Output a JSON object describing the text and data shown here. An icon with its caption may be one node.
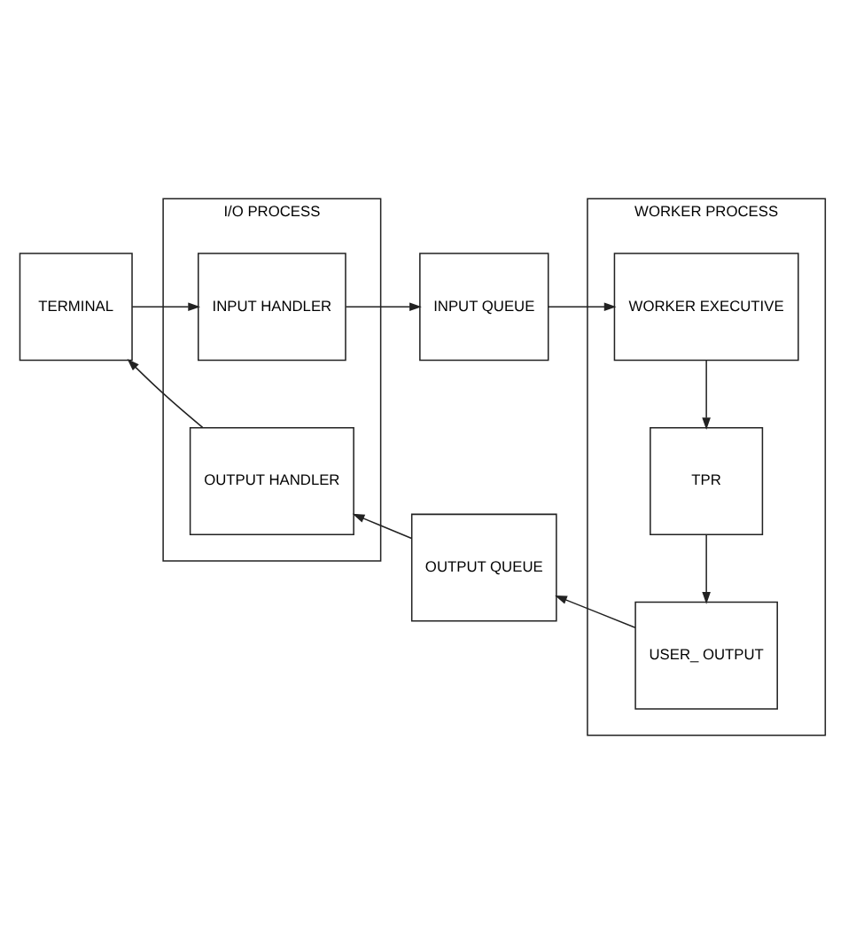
{
  "diagram": {
    "nodes": [
      {
        "text": [
          "TERMINAL"
        ]
      },
      {
        "text": [
          "I/O PROCESS"
        ]
      },
      {
        "text": [
          "INPUT HANDLER"
        ],
        "in": 1
      },
      {
        "text": [
          "OUTPUT HANDLER"
        ],
        "in": 1
      },
      {
        "text": [
          "INPUT QUEUE"
        ]
      },
      {
        "text": [
          "OUTPUT QUEUE"
        ]
      },
      {
        "text": [
          "WORKER PROCESS"
        ]
      },
      {
        "text": [
          "WORKER EXECUTIVE"
        ],
        "in": 6
      },
      {
        "text": [
          "TPR"
        ],
        "in": 6
      },
      {
        "text": [
          "USER_ OUTPUT"
        ],
        "in": 6
      }
    ],
    "edges": [
      {
        "from": 0,
        "to": 2,
        "arrow": "to"
      },
      {
        "from": 2,
        "to": 4,
        "arrow": "to"
      },
      {
        "from": 4,
        "to": 7,
        "arrow": "to"
      },
      {
        "from": 7,
        "to": 8,
        "arrow": "to"
      },
      {
        "from": 8,
        "to": 9,
        "arrow": "to"
      },
      {
        "from": 9,
        "to": 5,
        "arrow": "to"
      },
      {
        "from": 5,
        "to": 3,
        "arrow": "to"
      },
      {
        "from": 3,
        "to": 0,
        "arrow": "to"
      }
    ]
  }
}
